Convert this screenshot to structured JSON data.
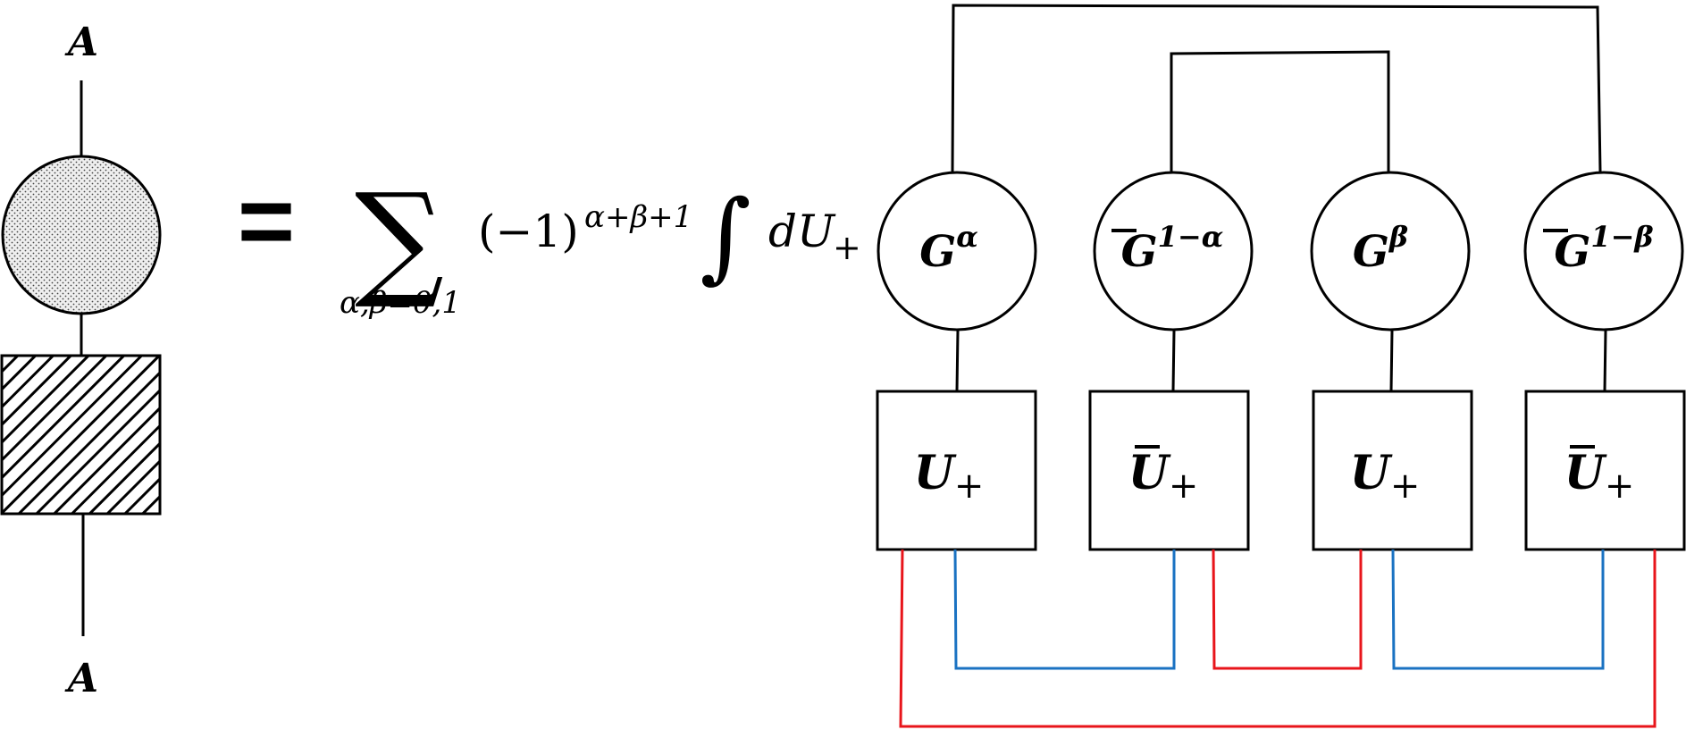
{
  "left_diagram": {
    "top_label": "A",
    "bottom_label": "A"
  },
  "equation": {
    "equals": "=",
    "sum_symbol": "∑",
    "sum_subscript": "α,β=0,1",
    "sign_base": "(−1)",
    "sign_exponent": "α+β+1",
    "integral_symbol": "∫",
    "measure": "dU",
    "measure_subscript": "+"
  },
  "tensors": [
    {
      "base": "G",
      "bar": false,
      "superscript": "α"
    },
    {
      "base": "G",
      "bar": true,
      "superscript": "1−α"
    },
    {
      "base": "G",
      "bar": false,
      "superscript": "β"
    },
    {
      "base": "G",
      "bar": true,
      "superscript": "1−β"
    }
  ],
  "unitaries": [
    {
      "base": "U",
      "bar": false,
      "subscript": "+"
    },
    {
      "base": "U",
      "bar": true,
      "subscript": "+"
    },
    {
      "base": "U",
      "bar": false,
      "subscript": "+"
    },
    {
      "base": "U",
      "bar": true,
      "subscript": "+"
    }
  ],
  "colors": {
    "line": "#000000",
    "red_wire": "#e8151b",
    "blue_wire": "#1a72c2",
    "dot_fill": "#e6e6e6"
  }
}
